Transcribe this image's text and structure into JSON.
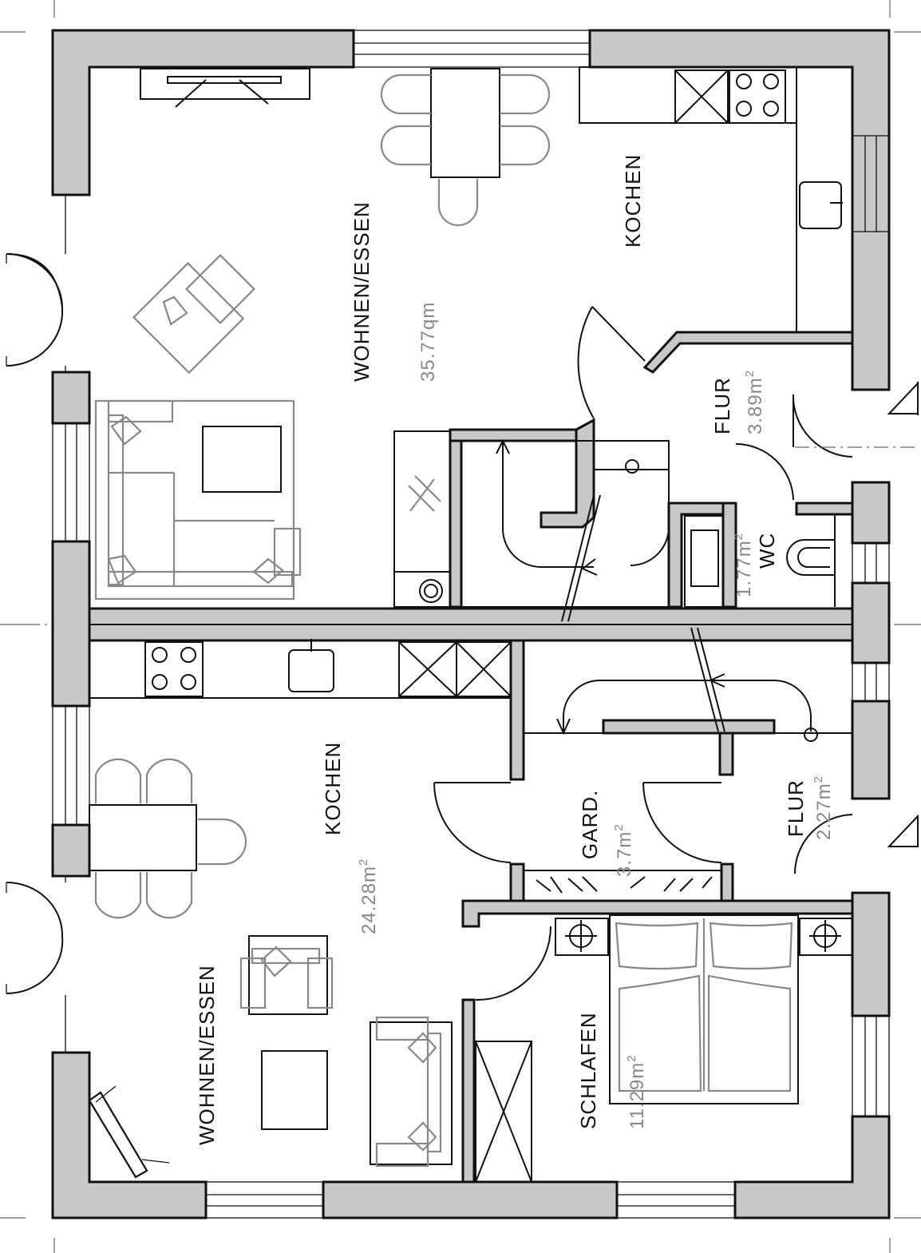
{
  "rooms": {
    "upper_living": {
      "name": "WOHNEN/ESSEN",
      "area": "35.77qm"
    },
    "upper_kitchen": {
      "name": "KOCHEN"
    },
    "upper_hall": {
      "name": "FLUR",
      "area_value": "3.89m",
      "area_exp": "2"
    },
    "wc": {
      "name": "WC",
      "area_value": "1.77m",
      "area_exp": "2"
    },
    "lower_kitchen": {
      "name": "KOCHEN",
      "area_value": "24.28m",
      "area_exp": "2"
    },
    "wardrobe": {
      "name": "GARD.",
      "area_value": "3.7m",
      "area_exp": "2"
    },
    "lower_hall": {
      "name": "FLUR",
      "area_value": "2.27m",
      "area_exp": "2"
    },
    "lower_living": {
      "name": "WOHNEN/ESSEN"
    },
    "bedroom": {
      "name": "SCHLAFEN",
      "area_value": "11.29m",
      "area_exp": "2"
    }
  },
  "colors": {
    "wall_fill": "#c8c8c8",
    "line": "#111111",
    "furniture": "#888888",
    "area_text": "#888888"
  }
}
